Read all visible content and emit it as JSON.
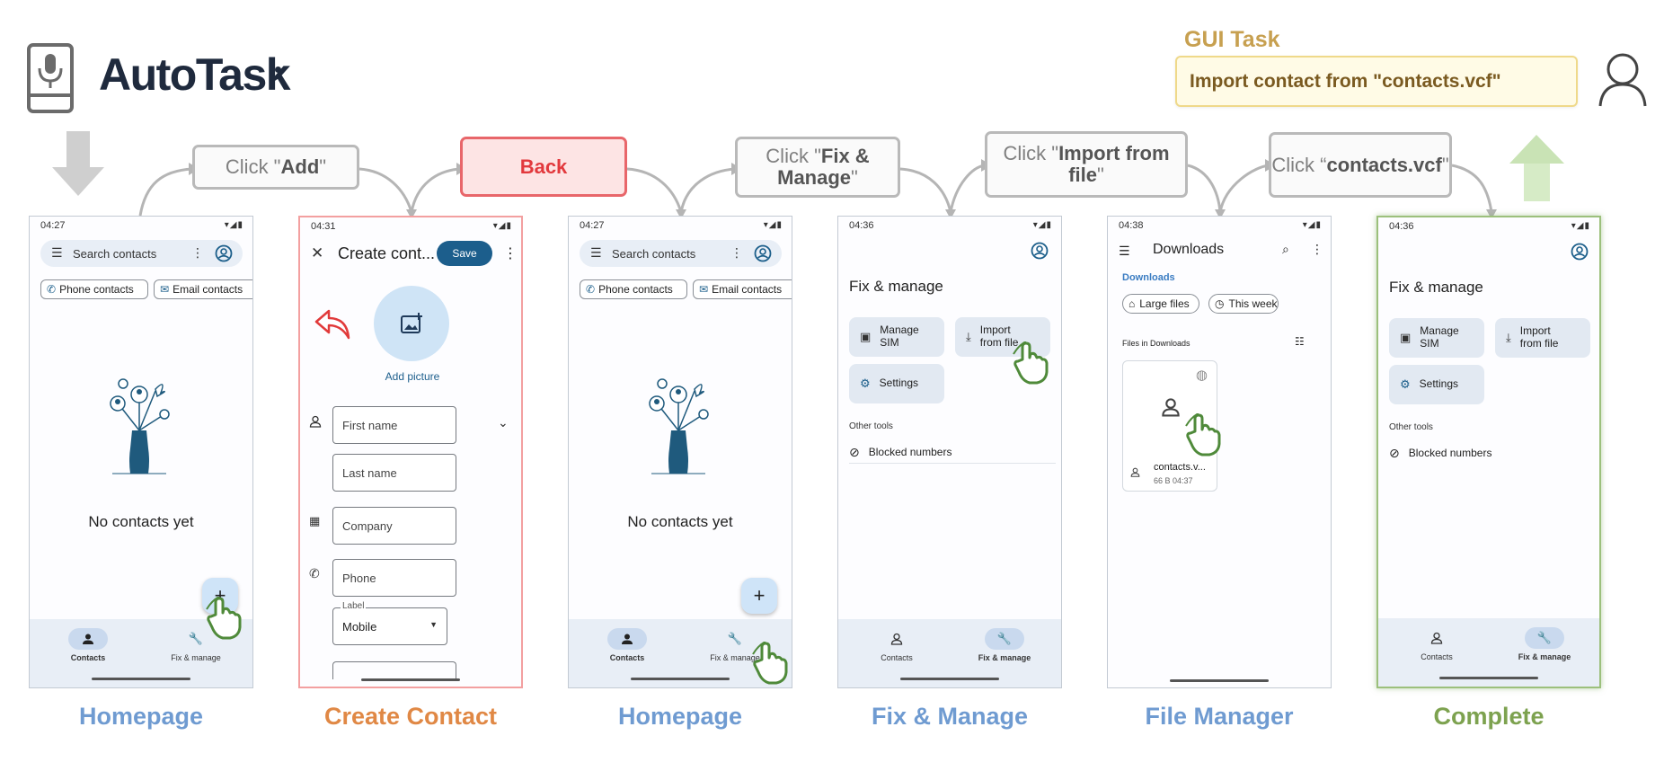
{
  "header": {
    "brand": "AutoTask",
    "task_title": "GUI Task",
    "task_text": "Import contact from \"contacts.vcf\""
  },
  "actions": [
    {
      "prefix": "Click \"",
      "bold": "Add",
      "suffix": "\""
    },
    {
      "label": "Back"
    },
    {
      "prefix": "Click \"",
      "bold": "Fix & Manage",
      "suffix": "\""
    },
    {
      "prefix": "Click \"",
      "bold": "Import from file",
      "suffix": "\""
    },
    {
      "prefix": "Click “",
      "bold": "contacts.vcf",
      "suffix": "\""
    }
  ],
  "captions": [
    {
      "text": "Homepage",
      "color": "#6f9bd1"
    },
    {
      "text": "Create Contact",
      "color": "#e08845"
    },
    {
      "text": "Homepage",
      "color": "#6f9bd1"
    },
    {
      "text": "Fix & Manage",
      "color": "#6f9bd1"
    },
    {
      "text": "File Manager",
      "color": "#6f9bd1"
    },
    {
      "text": "Complete",
      "color": "#7da24f"
    }
  ],
  "screens": {
    "home1": {
      "time": "04:27",
      "search": "Search contacts",
      "chip_phone": "Phone contacts",
      "chip_email": "Email contacts",
      "empty": "No contacts yet",
      "fab": "+",
      "nav_contacts": "Contacts",
      "nav_fix": "Fix & manage"
    },
    "create": {
      "time": "04:31",
      "title": "Create cont...",
      "save": "Save",
      "add_picture": "Add picture",
      "first_name": "First name",
      "last_name": "Last name",
      "company": "Company",
      "phone": "Phone",
      "label_caption": "Label",
      "label_value": "Mobile"
    },
    "home2": {
      "time": "04:27",
      "search": "Search contacts",
      "chip_phone": "Phone contacts",
      "chip_email": "Email contacts",
      "empty": "No contacts yet",
      "fab": "+",
      "nav_contacts": "Contacts",
      "nav_fix": "Fix & manage"
    },
    "fix": {
      "time": "04:36",
      "title": "Fix & manage",
      "manage_sim": "Manage SIM",
      "import": "Import from file",
      "settings": "Settings",
      "other_tools": "Other tools",
      "blocked": "Blocked numbers",
      "nav_contacts": "Contacts",
      "nav_fix": "Fix & manage"
    },
    "files": {
      "time": "04:38",
      "title": "Downloads",
      "crumb": "Downloads",
      "chip_large": "Large files",
      "chip_week": "This week",
      "section": "Files in Downloads",
      "file_name": "contacts.v...",
      "file_meta": "66 B 04:37"
    },
    "complete": {
      "time": "04:36",
      "title": "Fix & manage",
      "manage_sim": "Manage SIM",
      "import": "Import from file",
      "settings": "Settings",
      "other_tools": "Other tools",
      "blocked": "Blocked numbers",
      "nav_contacts": "Contacts",
      "nav_fix": "Fix & manage"
    }
  },
  "colors": {
    "brand": "#1f2a3d",
    "task_title": "#c7a050",
    "back_red": "#e2393d",
    "hand_green": "#4f8a3a",
    "arrow_green": "#c9e3b5"
  }
}
